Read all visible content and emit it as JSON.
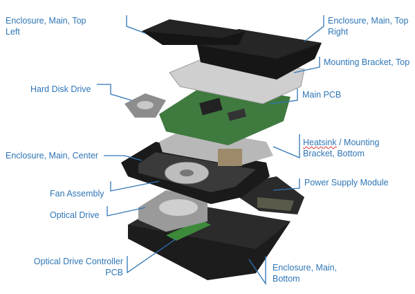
{
  "title": "Exploded view of console components",
  "labels": {
    "enc_top_left": [
      "Enclosure, Main, Top",
      "Left"
    ],
    "enc_top_right": [
      "Enclosure, Main, Top",
      "Right"
    ],
    "mount_top": "Mounting Bracket, Top",
    "hdd": "Hard Disk Drive",
    "main_pcb": "Main PCB",
    "heatsink": {
      "word": "Heatsink",
      "rest": " / Mounting",
      "line2": "Bracket, Bottom"
    },
    "enc_center": "Enclosure, Main, Center",
    "fan": "Fan Assembly",
    "psu": "Power Supply Module",
    "optical": "Optical Drive",
    "odd_pcb": [
      "Optical Drive Controller",
      "PCB"
    ],
    "enc_bottom": [
      "Enclosure, Main,",
      "Bottom"
    ]
  },
  "colors": {
    "label": "#2E75B6",
    "leader": "#2E75B6"
  }
}
